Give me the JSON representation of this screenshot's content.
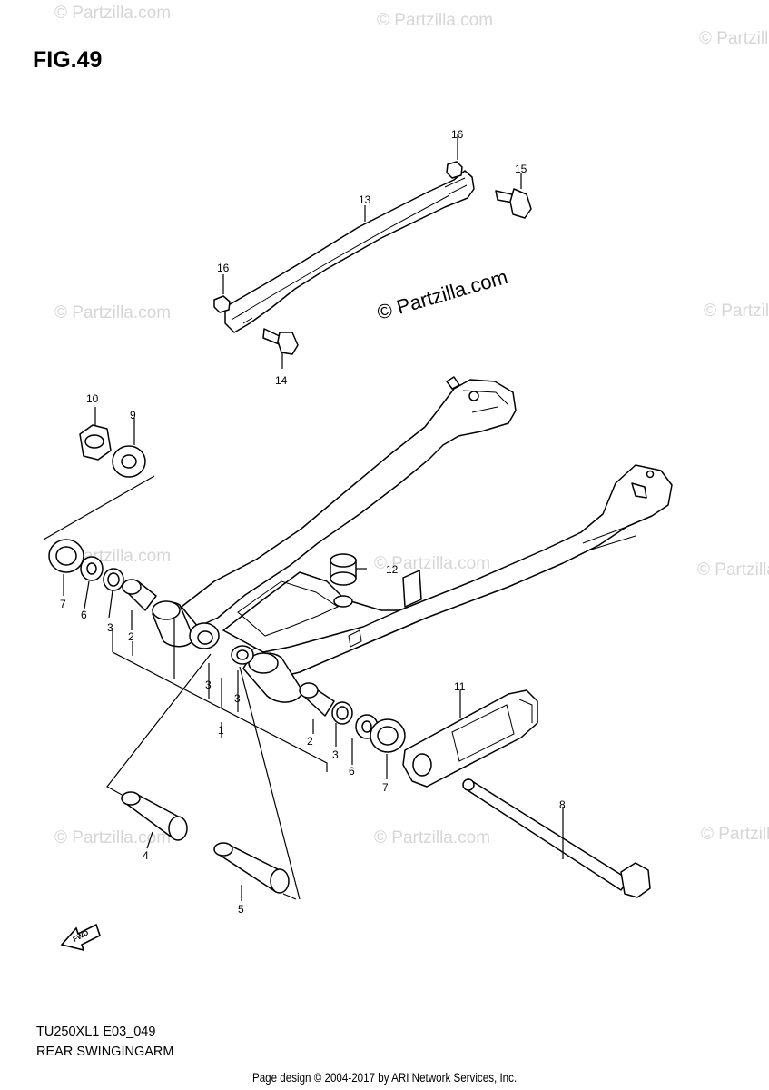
{
  "figure": {
    "number": "FIG.49",
    "model_code": "TU250XL1 E03_049",
    "section_name": "REAR SWINGINGARM",
    "direction_marker": "FWD"
  },
  "watermarks": {
    "center_text": "© Partzilla.com",
    "repeat_text": "© Partzilla.com"
  },
  "callouts": [
    "1",
    "2",
    "2",
    "3",
    "3",
    "3",
    "3",
    "4",
    "5",
    "6",
    "6",
    "7",
    "7",
    "8",
    "9",
    "10",
    "11",
    "12",
    "13",
    "14",
    "15",
    "16",
    "16"
  ],
  "footer": {
    "credit": "Page design © 2004-2017 by ARI Network Services, Inc."
  }
}
